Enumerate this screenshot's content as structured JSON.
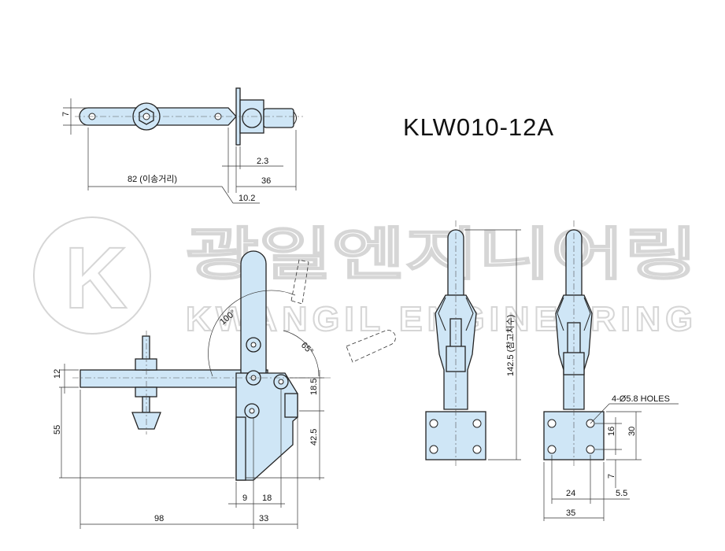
{
  "title": "KLW010-12A",
  "watermark": {
    "korean": "광일엔지니어링",
    "english": "KWANGIL ENGINEERING",
    "logo_letter": "K"
  },
  "top_view": {
    "dim_height": "7",
    "dim_travel": "82 (이송거리)",
    "dim_2_3": "2.3",
    "dim_36": "36",
    "dim_10_2": "10.2"
  },
  "side_view": {
    "angle_100": "100°",
    "angle_65": "65°",
    "dim_12": "12",
    "dim_55": "55",
    "dim_18_5": "18.5",
    "dim_42_5": "42.5",
    "dim_9": "9",
    "dim_18": "18",
    "dim_98": "98",
    "dim_33": "33"
  },
  "front_view": {
    "dim_height_ref": "142.5 (참고치수)",
    "holes_label": "4-Ø5.8 HOLES",
    "dim_16": "16",
    "dim_30": "30",
    "dim_7": "7",
    "dim_24": "24",
    "dim_5_5": "5.5",
    "dim_35": "35"
  },
  "colors": {
    "part_fill": "#cfe6f6",
    "outline": "#222222",
    "watermark": "#d6d6d6"
  }
}
